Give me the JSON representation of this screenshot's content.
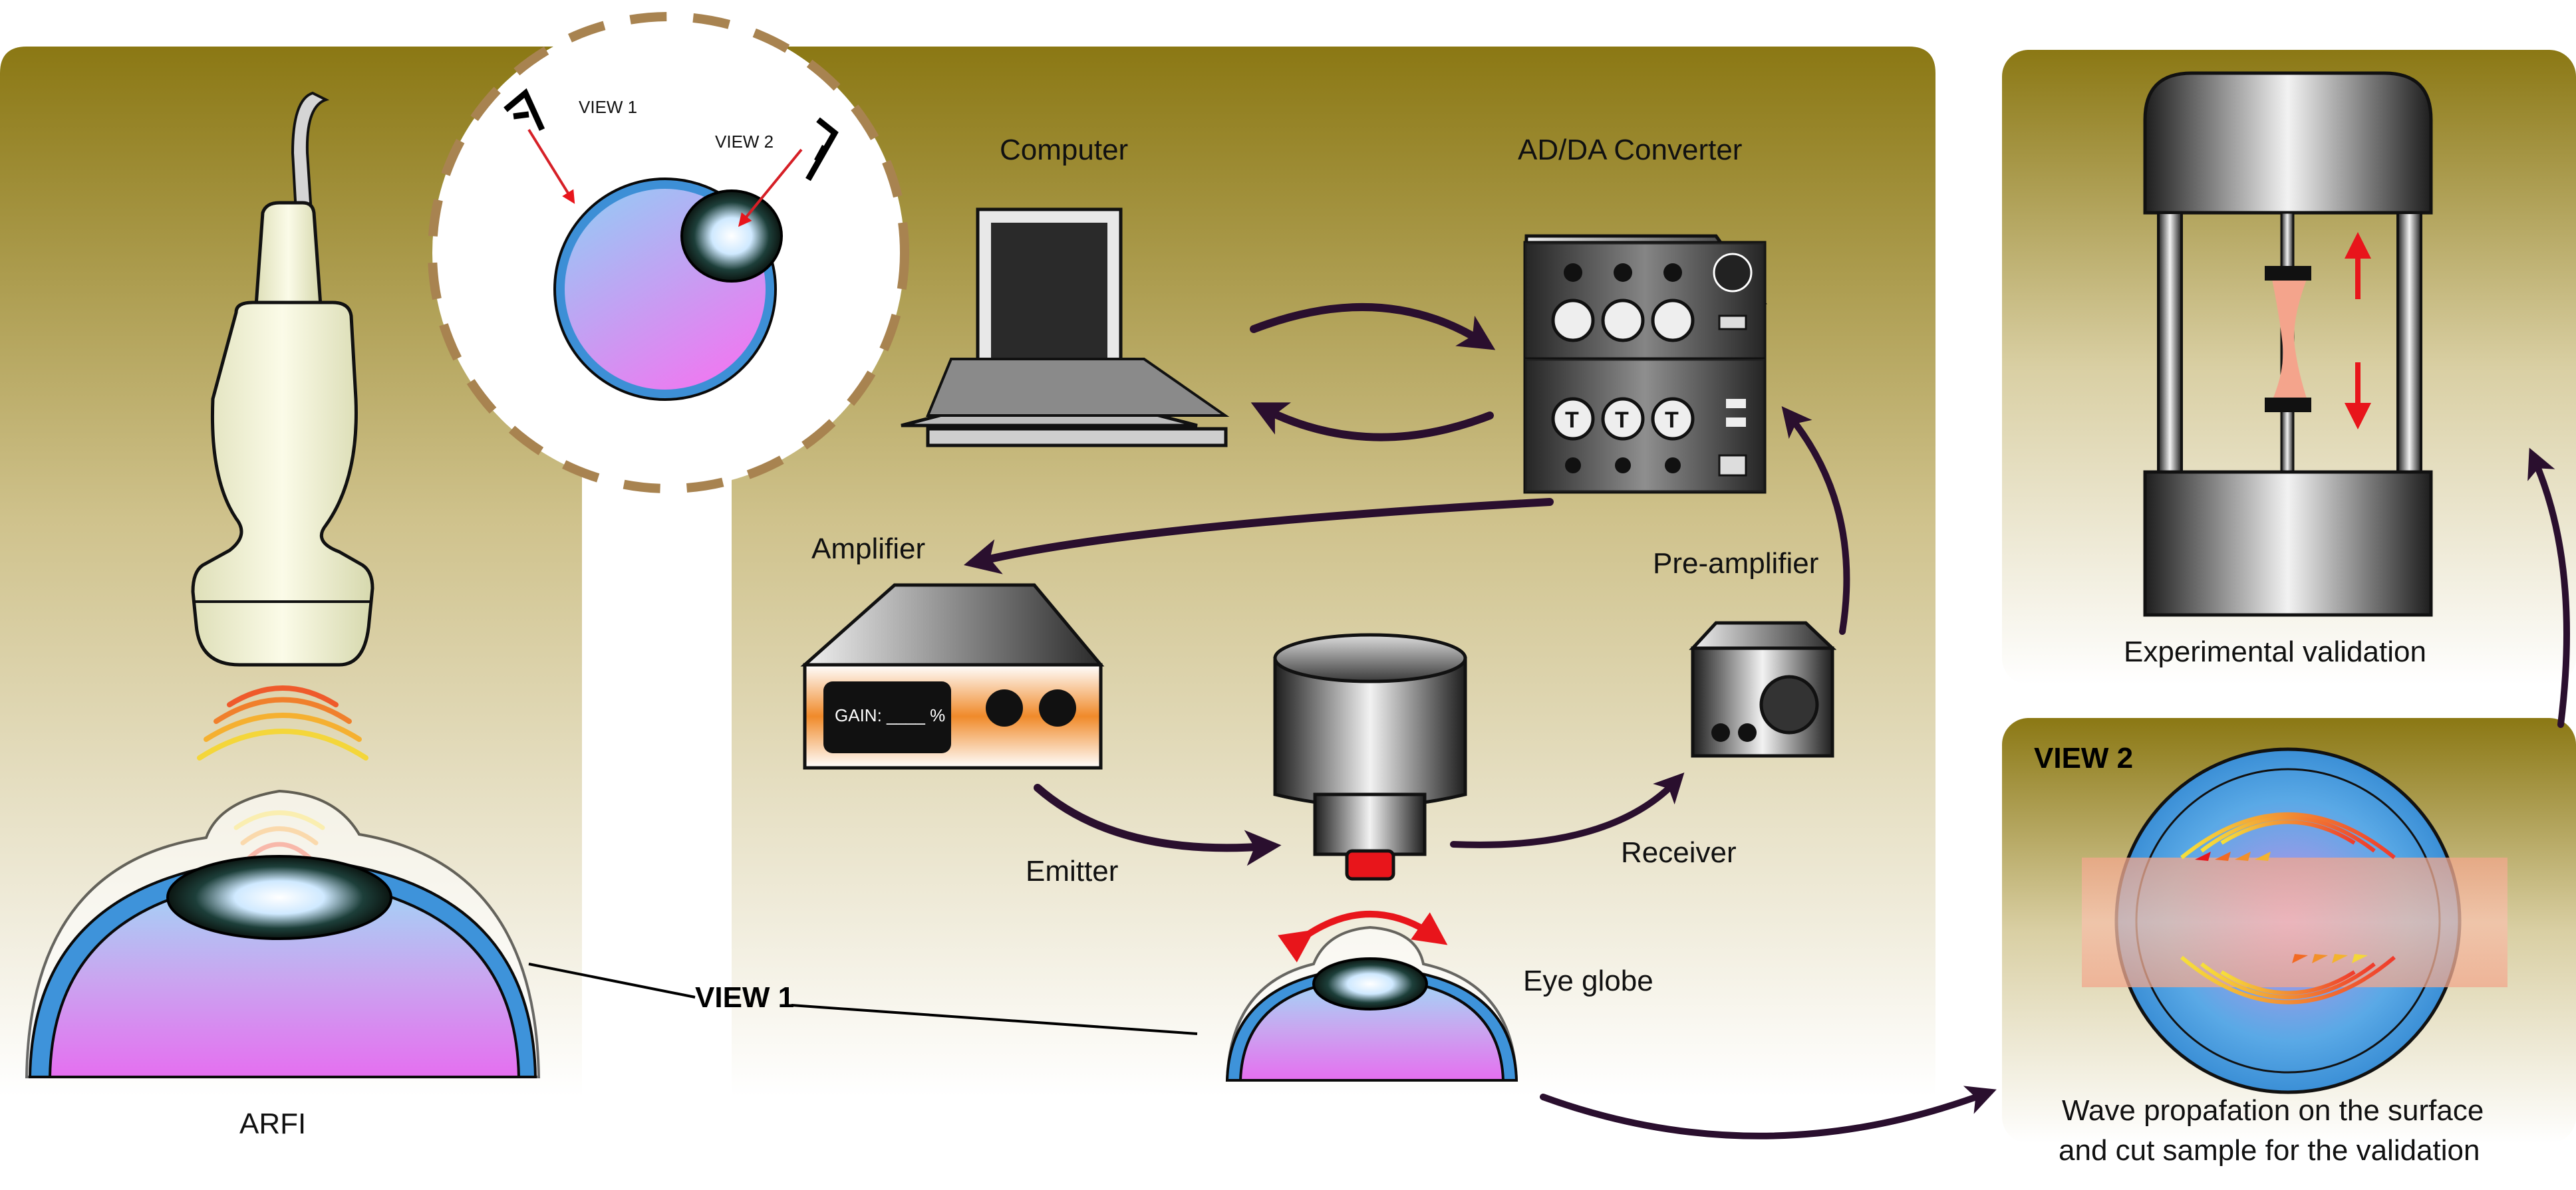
{
  "labels": {
    "computer": "Computer",
    "converter": "AD/DA Converter",
    "amplifier": "Amplifier",
    "preamplifier": "Pre-amplifier",
    "emitter": "Emitter",
    "receiver": "Receiver",
    "eye_globe": "Eye globe",
    "arfi": "ARFI",
    "view1": "VIEW 1",
    "view2": "VIEW 2",
    "inset_view1": "VIEW 1",
    "inset_view2": "VIEW 2",
    "gain": "GAIN: ____ %",
    "experimental_validation": "Experimental validation",
    "wave_line1": "Wave propafation on the surface",
    "wave_line2": "and cut sample for the validation"
  },
  "colors": {
    "panel_top": "#8d7a14",
    "panel_bottom": "#ffffff",
    "arrow": "#2a0f2e",
    "eye_blue": "#4aa7e6",
    "eye_pink": "#e77ef2",
    "inset_border": "#a88350",
    "red_arrow": "#e8151b"
  }
}
